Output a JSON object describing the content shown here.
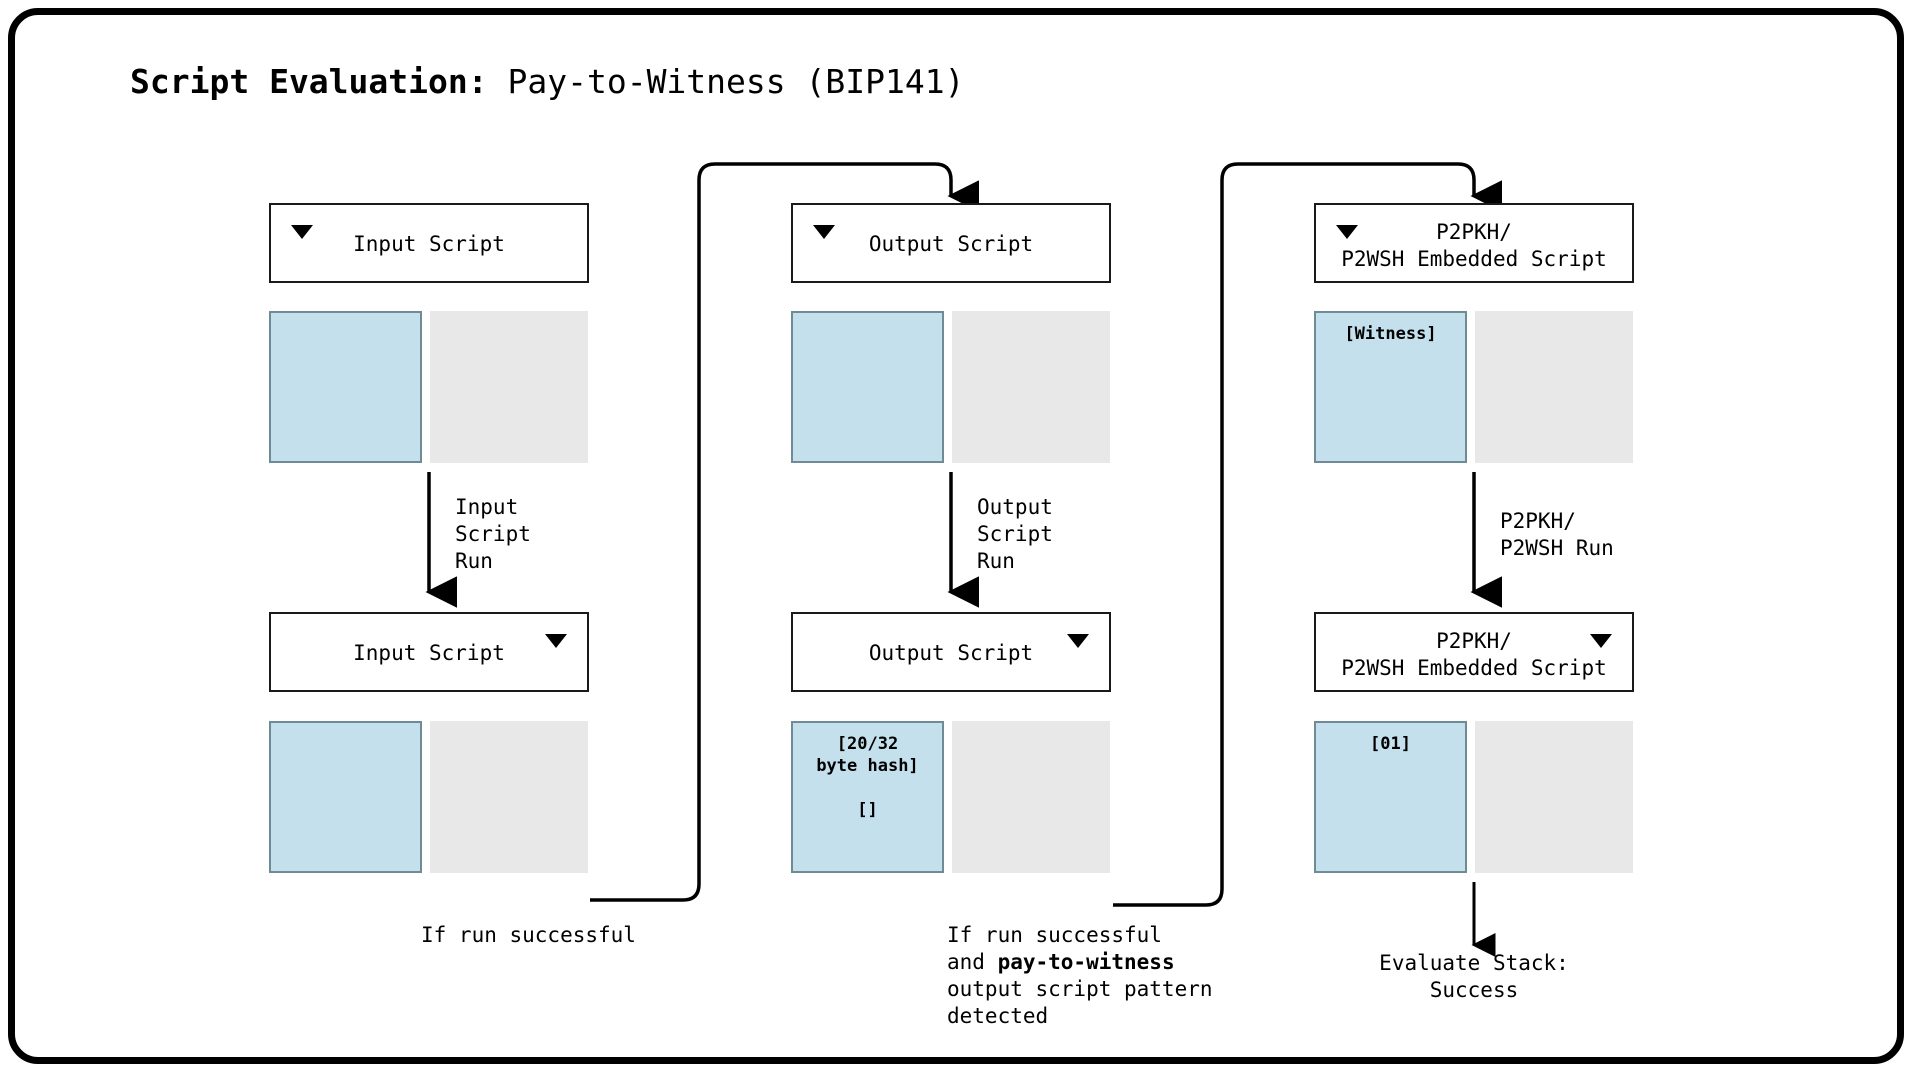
{
  "title": {
    "bold_part": "Script Evaluation:",
    "rest_part": " Pay-to-Witness (BIP141)"
  },
  "colors": {
    "frame": "#000000",
    "stack_filled": "#c3e0ec",
    "stack_filled_border": "#6e8b96",
    "stack_empty": "#e8e8e8",
    "box_border": "#1a1a1a",
    "text": "#000000"
  },
  "columns": [
    {
      "id": "input-script",
      "before": {
        "header_label": "Input Script",
        "marker": "triangle-down-icon",
        "marker_side": "left",
        "filled_cell_text": "",
        "empty_cell_text": ""
      },
      "transition_label": "Input\nScript\nRun",
      "after": {
        "header_label": "Input Script",
        "marker": "triangle-down-icon",
        "marker_side": "right",
        "filled_cell_text": "",
        "empty_cell_text": ""
      },
      "outcome_label": "If run successful"
    },
    {
      "id": "output-script",
      "before": {
        "header_label": "Output Script",
        "marker": "triangle-down-icon",
        "marker_side": "left",
        "filled_cell_text": "",
        "empty_cell_text": ""
      },
      "transition_label": "Output\nScript\nRun",
      "after": {
        "header_label": "Output Script",
        "marker": "triangle-down-icon",
        "marker_side": "right",
        "filled_cell_text_line1": "[20/32",
        "filled_cell_text_line2": "byte hash]",
        "filled_cell_text_line3": "[]",
        "empty_cell_text": ""
      },
      "outcome_label_line1": "If run successful",
      "outcome_label_line2_prefix": "and ",
      "outcome_label_line2_bold": "pay-to-witness",
      "outcome_label_line3": "output script pattern",
      "outcome_label_line4": "detected"
    },
    {
      "id": "p2pkh-p2wsh-embedded-script",
      "before": {
        "header_label_line1": "P2PKH/",
        "header_label_line2": "P2WSH Embedded Script",
        "marker": "triangle-down-icon",
        "marker_side": "left",
        "filled_cell_text": "[Witness]",
        "empty_cell_text": ""
      },
      "transition_label": "P2PKH/\nP2WSH Run",
      "after": {
        "header_label_line1": "P2PKH/",
        "header_label_line2": "P2WSH Embedded Script",
        "marker": "triangle-down-icon",
        "marker_side": "right",
        "filled_cell_text": "[01]",
        "empty_cell_text": ""
      },
      "outcome_label_line1": "Evaluate Stack:",
      "outcome_label_line2": "Success"
    }
  ]
}
